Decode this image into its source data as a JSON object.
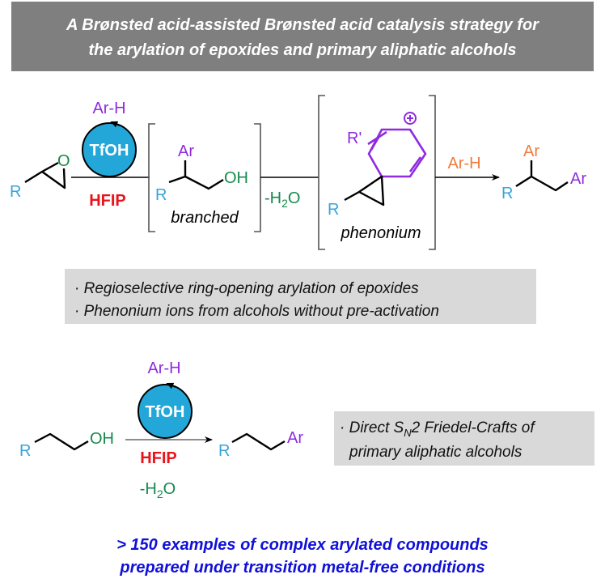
{
  "header": {
    "line1": "A Brønsted acid-assisted Brønsted acid catalysis strategy for",
    "line2": "the arylation of epoxides and primary aliphatic alcohols"
  },
  "scheme1": {
    "epoxide_r": "R",
    "epoxide_o": "O",
    "reagent": "Ar-H",
    "catalyst": "TfOH",
    "solvent": "HFIP",
    "branched": {
      "r": "R",
      "ar": "Ar",
      "oh": "OH",
      "label": "branched"
    },
    "dehydration": {
      "pre": "-H",
      "sub": "2",
      "post": "O"
    },
    "phenonium": {
      "r": "R",
      "r_prime": "R'",
      "charge": "+",
      "label": "phenonium"
    },
    "nucleophile": "Ar-H",
    "product": {
      "r": "R",
      "ar1": "Ar",
      "ar2": "Ar"
    }
  },
  "highlights1": [
    "· Regioselective ring-opening arylation of epoxides",
    "· Phenonium ions from alcohols without pre-activation"
  ],
  "scheme2": {
    "substrate_r": "R",
    "substrate_oh": "OH",
    "reagent": "Ar-H",
    "catalyst": "TfOH",
    "solvent": "HFIP",
    "dehydration": {
      "pre": "-H",
      "sub": "2",
      "post": "O"
    },
    "product_r": "R",
    "product_ar": "Ar"
  },
  "highlights2": {
    "line1_pre": "· Direct S",
    "line1_sub": "N",
    "line1_post": "2 Friedel-Crafts of",
    "line2": "primary aliphatic alcohols"
  },
  "footer": {
    "line1": "> 150 examples of complex arylated compounds",
    "line2": "prepared under transition metal-free conditions"
  },
  "colors": {
    "header_bg": "#7f7f7f",
    "catalyst": "#23a7d8",
    "box_bg": "#d9d9d9",
    "footer": "#1010d8"
  }
}
